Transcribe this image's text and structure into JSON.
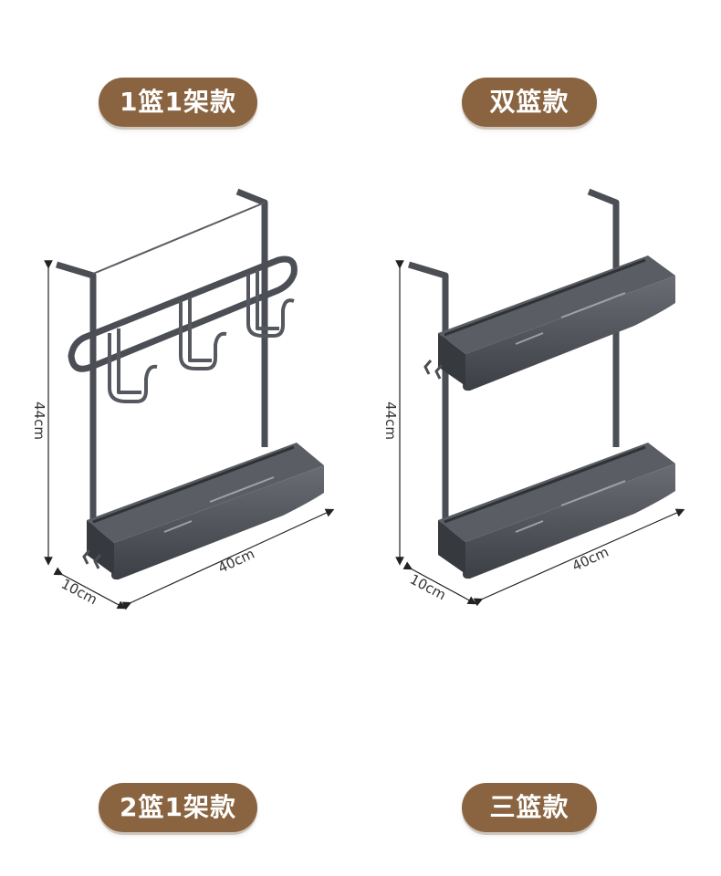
{
  "variants": [
    {
      "label": "1篮1架款"
    },
    {
      "label": "双篮款"
    },
    {
      "label": "2篮1架款"
    },
    {
      "label": "三篮款"
    }
  ],
  "dimensions": {
    "height": "44cm",
    "width": "40cm",
    "depth": "10cm"
  },
  "colors": {
    "pill_background": "#8a6440",
    "pill_text": "#ffffff",
    "metal": "#4b4e54"
  }
}
